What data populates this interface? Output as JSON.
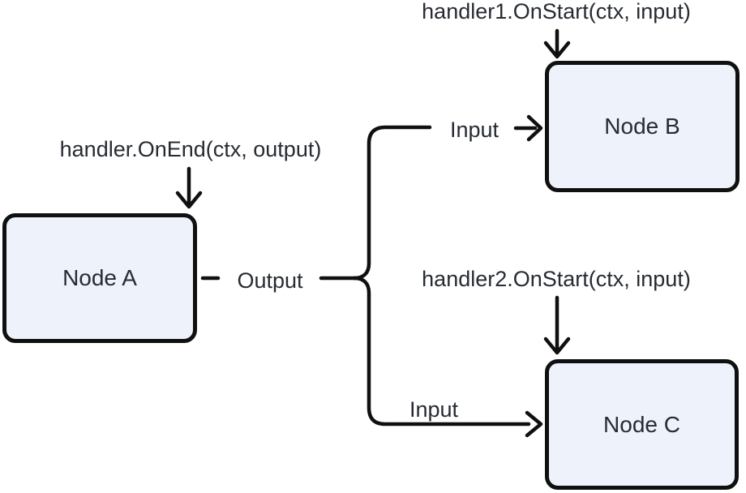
{
  "diagram": {
    "nodes": {
      "a": {
        "label": "Node A"
      },
      "b": {
        "label": "Node B"
      },
      "c": {
        "label": "Node C"
      }
    },
    "annotations": {
      "on_end": "handler.OnEnd(ctx, output)",
      "on_start_1": "handler1.OnStart(ctx, input)",
      "on_start_2": "handler2.OnStart(ctx, input)"
    },
    "edge_labels": {
      "output": "Output",
      "input_to_b": "Input",
      "input_to_c": "Input"
    },
    "colors": {
      "background": "#ffffff",
      "node_fill": "#edf2fb",
      "node_border": "#101010",
      "connector": "#101010",
      "text": "#272b33"
    }
  }
}
